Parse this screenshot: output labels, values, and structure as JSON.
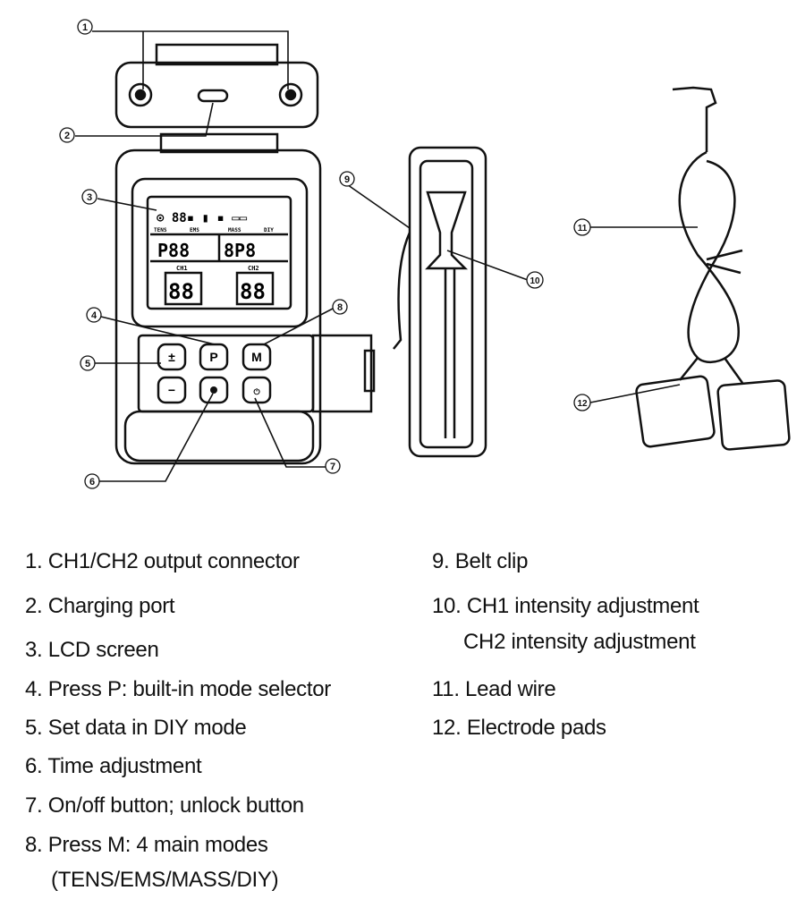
{
  "callouts": [
    "1",
    "2",
    "3",
    "4",
    "5",
    "6",
    "7",
    "8",
    "9",
    "10",
    "11",
    "12"
  ],
  "lcd": {
    "modes": [
      "TENS",
      "EMS",
      "MASS",
      "DIY"
    ],
    "program": "P88",
    "timer": "8P8",
    "ch1_label": "CH1",
    "ch2_label": "CH2",
    "ch1_value": "88",
    "ch2_value": "88"
  },
  "buttons": {
    "p": "P",
    "m": "M"
  },
  "legend": {
    "left": [
      "1. CH1/CH2 output connector",
      "2. Charging port",
      "3. LCD screen",
      "4. Press P: built-in mode selector",
      "5. Set data in DIY mode",
      "6. Time adjustment",
      "7. On/off button; unlock button",
      "8. Press M: 4 main modes",
      "(TENS/EMS/MASS/DIY)"
    ],
    "right": [
      "9. Belt clip",
      "10. CH1 intensity adjustment",
      "CH2 intensity adjustment",
      "11. Lead wire",
      "12. Electrode pads"
    ]
  }
}
